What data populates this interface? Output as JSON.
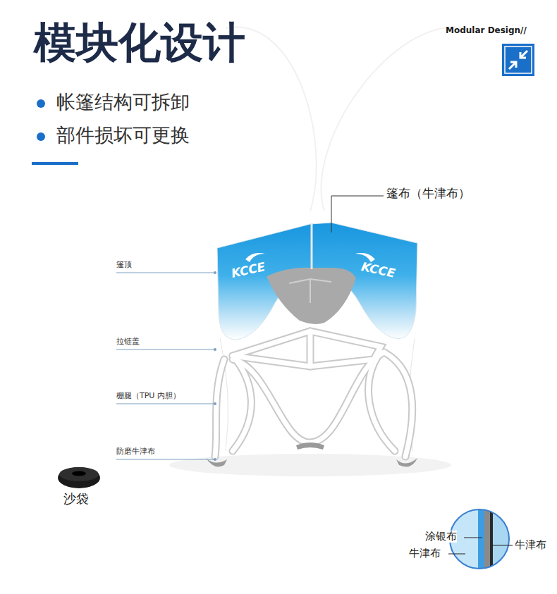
{
  "diagram": {
    "title": "模块化设计",
    "labels": [
      "Modular Design//",
      "帐篷结构可拆卸",
      "部件损坏可更换",
      "篷布（牛津布）",
      "篷顶",
      "拉链盖",
      "棚腿（TPU 内胆）",
      "防磨牛津布",
      "KCCE",
      "KCCE",
      "沙袋",
      "涂银布",
      "牛津布",
      "牛津布"
    ]
  }
}
